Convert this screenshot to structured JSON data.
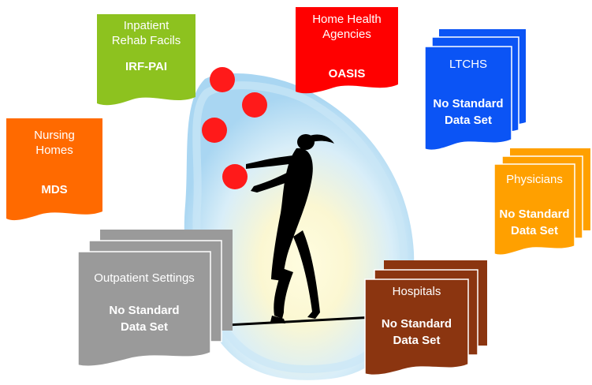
{
  "colors": {
    "green": "#8dc21f",
    "red": "#ff0000",
    "blue": "#0b54f5",
    "orange": "#ff6a00",
    "amber": "#ffa000",
    "gray": "#9a9a9a",
    "brown": "#8b3510",
    "ball": "#ff1a1a",
    "aura": "#bfe2f5"
  },
  "cards": {
    "irf": {
      "title": "Inpatient\nRehab Facils",
      "sub": "IRF-PAI",
      "color": "green",
      "stack": 1
    },
    "hha": {
      "title": "Home Health\nAgencies",
      "sub": "OASIS",
      "color": "red",
      "stack": 1
    },
    "ltch": {
      "title": "LTCHS",
      "sub": "No Standard\nData Set",
      "color": "blue",
      "stack": 3
    },
    "nursing": {
      "title": "Nursing\nHomes",
      "sub": "MDS",
      "color": "orange",
      "stack": 1
    },
    "physicians": {
      "title": "Physicians",
      "sub": "No Standard\nData Set",
      "color": "amber",
      "stack": 3
    },
    "outpatient": {
      "title": "Outpatient Settings",
      "sub": "No Standard\nData Set",
      "color": "gray",
      "stack": 3
    },
    "hospitals": {
      "title": "Hospitals",
      "sub": "No Standard\nData Set",
      "color": "brown",
      "stack": 3
    }
  },
  "illustration": {
    "subject": "juggler-on-tightrope",
    "balls": 4
  }
}
